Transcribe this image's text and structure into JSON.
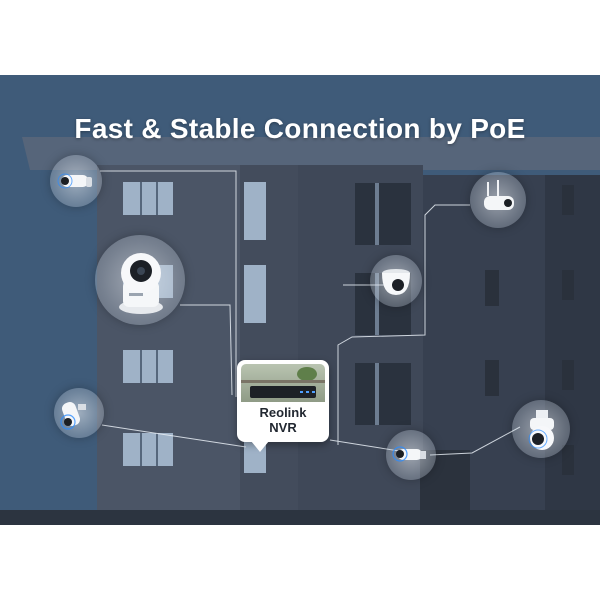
{
  "headline": "Fast & Stable Connection by PoE",
  "nvr_card": {
    "line1": "Reolink",
    "line2": "NVR"
  },
  "cameras": [
    {
      "name": "bullet-camera-top-left",
      "type": "bullet"
    },
    {
      "name": "pan-tilt-indoor-camera",
      "type": "pan-tilt"
    },
    {
      "name": "bullet-camera-bottom-left",
      "type": "bullet"
    },
    {
      "name": "wifi-bullet-camera-top-right",
      "type": "wifi-bullet"
    },
    {
      "name": "dome-camera",
      "type": "dome"
    },
    {
      "name": "bullet-camera-bottom-center",
      "type": "bullet"
    },
    {
      "name": "ptz-camera-right",
      "type": "ptz"
    }
  ],
  "colors": {
    "sky": "#3e5a78",
    "building": "#4a5463",
    "window_light": "#9fb3c8",
    "text": "#ffffff",
    "led_blue": "#2a8cff"
  }
}
